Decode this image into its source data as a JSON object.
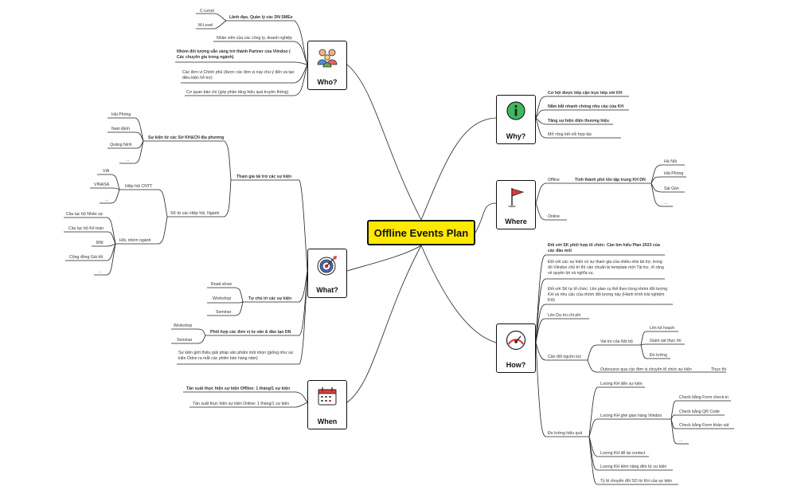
{
  "title": "Offline Events Plan",
  "who": {
    "label": "Who?",
    "c_level": "C-Level",
    "m_level": "M-Level",
    "leaders": "Lãnh đạo, Quản lý các DN SMEs",
    "staff": "Nhân viên của các công ty, doanh nghiệp",
    "partners": "Nhóm đối tượng sẵn sàng trở thành Partner của Viindoo ( Các chuyên gia trong ngành)",
    "gov": "Các đơn vị Chính phủ (được các đơn vị này chú ý đến và tạo điều kiện hỗ trợ)",
    "press": "Cơ quan báo chí (góp phần tăng hiệu quả truyền thông)"
  },
  "why": {
    "label": "Why?",
    "items": [
      "Cơ hội được tiếp cận trực tiếp với KH",
      "Nắm bắt nhanh chóng nhu cầu của KH",
      "Tăng sự hiện diện thương hiệu",
      "Mở rộng kết nối hợp tác"
    ]
  },
  "where": {
    "label": "Where",
    "offline": "Offline",
    "cities_label": "Tỉnh thành phố tổn tập trung KH DN",
    "cities": [
      "Hà Nội",
      "Hải Phòng",
      "Sài Gòn",
      "..."
    ],
    "online": "Online"
  },
  "what": {
    "label": "What?",
    "sponsor": "Tham gia tài trợ các sự kiện",
    "dept_events": "Sự kiện từ các Sở KH&CN địa phương",
    "provinces": [
      "Hải Phòng",
      "Nam Định",
      "Quảng Ninh",
      "..."
    ],
    "assoc_events": "SK từ các Hiệp hội, Ngành",
    "it_assoc": "Hiệp hội CNTT",
    "it_assoc_items": [
      "VIA",
      "VINASA",
      "..."
    ],
    "groups": "Hội, nhóm ngành",
    "group_items": [
      "Câu lạc bộ Nhân sự",
      "Câu lạc bộ Kế toán",
      "BNI",
      "Cộng đồng Giá tốt",
      "..."
    ],
    "self_organize": "Tự chủ trì các sự kiện",
    "self_items": [
      "Road show",
      "Workshop",
      "Seminar"
    ],
    "coop": "Phối hợp các đơn vị tư vấn & đào tạo DN",
    "coop_items": [
      "Workshop",
      "Seminar"
    ],
    "launch": "Sự kiện giới thiệu giải pháp sản phẩm mũi nhọn (giống như sự kiện Odoo ra mắt các phiên bản hàng năm)"
  },
  "when": {
    "label": "When",
    "offline_freq": "Tần suất thực hiện sự kiện Offline: 1 tháng/1 sự kiện",
    "online_freq": "Tần suất thực hiện sự kiện Online: 1 tháng/1 sự kiện"
  },
  "how": {
    "label": "How?",
    "sponsored": "Đối với SK phối hợp tổ chức: Cần tìm hiểu Plan 2023 của các đầu mối",
    "sponsored_detail": "Đối với các sự kiện có sự tham gia của nhiều nhà tài trợ, trong đó Viindoo chủ trì thì cần chuẩn bị template mời Tài trợ, rõ ràng về quyền lợi và nghĩa vụ.",
    "self_run": "Đối với SK tự tổ chức: Lên plan cụ thể theo từng nhóm đối tượng KH và nhu cầu của nhóm đối tượng này (Hành trình trải nghiệm KH)",
    "budget": "Lên Dự trù chi phí",
    "resources": "Cân đối nguồn lực",
    "internal_role": "Vai trò của Nội bộ",
    "internal_items": [
      "Lên kế hoạch",
      "Giám sát thực thi",
      "Đo lường"
    ],
    "outsource": "Outsource qua các đơn vị chuyên tổ chức sự kiện",
    "outsource_item": "Thực thi",
    "measure": "Đo lường hiệu quả",
    "m_attend": "Lượng KH đến sự kiện",
    "m_booth": "Lượng KH ghé gian hàng Viindoo",
    "booth_items": [
      "Check bằng Form check-in",
      "Check bằng QR Code",
      "Check bằng Form khảo sát",
      "..."
    ],
    "m_contact": "Lượng KH để lại contact",
    "m_potential": "Lượng KH tiềm năng đến từ sự kiện",
    "m_so": "Tỷ lệ chuyển đổi SO từ KH của sự kiện"
  }
}
